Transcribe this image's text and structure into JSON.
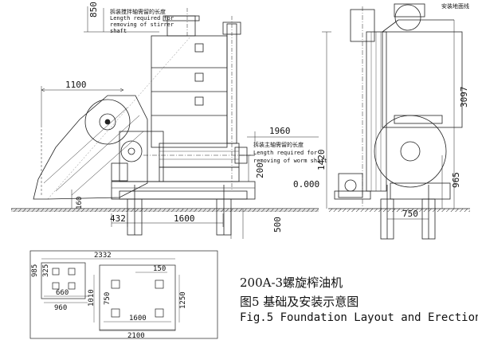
{
  "captions": {
    "model": "200A-3螺旋榨油机",
    "figure_cn": "图5 基础及安装示意图",
    "figure_en": "Fig.5 Foundation Layout and Erection"
  },
  "notes": {
    "stirrer_cn": "拆装搅拌轴需留的长度",
    "stirrer_en_1": "Length required for",
    "stirrer_en_2": "removing of stirrer",
    "stirrer_en_3": "shaft",
    "worm_cn": "拆装主轴需留的长度",
    "worm_en_1": "Length required for",
    "worm_en_2": "removing of worm shaft",
    "side_label": "安装地面线"
  },
  "dimensions": {
    "d850": "850",
    "d1100": "1100",
    "d1960": "1960",
    "d200": "200",
    "d1420": "1420",
    "d3097": "3097",
    "d965": "965",
    "d0000": "0.000",
    "d160": "160",
    "d432": "432",
    "d1600": "1600",
    "d500": "500",
    "d750": "750",
    "p2332": "2332",
    "p150": "150",
    "p660": "660",
    "p960": "960",
    "p1010": "1010",
    "p750": "750",
    "p1250": "1250",
    "p1600": "1600",
    "p2100": "2100",
    "p985": "985",
    "p325": "325"
  }
}
